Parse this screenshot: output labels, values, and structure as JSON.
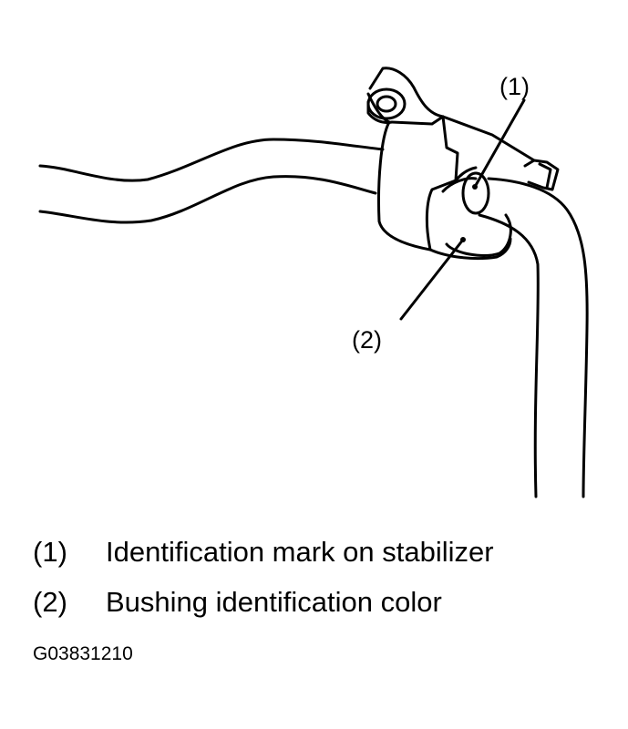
{
  "callouts": [
    {
      "number": "(1)",
      "text": "Identification mark on stabilizer"
    },
    {
      "number": "(2)",
      "text": "Bushing identification color"
    }
  ],
  "figure_code": "G03831210",
  "colors": {
    "line": "#000000",
    "background": "#ffffff"
  }
}
